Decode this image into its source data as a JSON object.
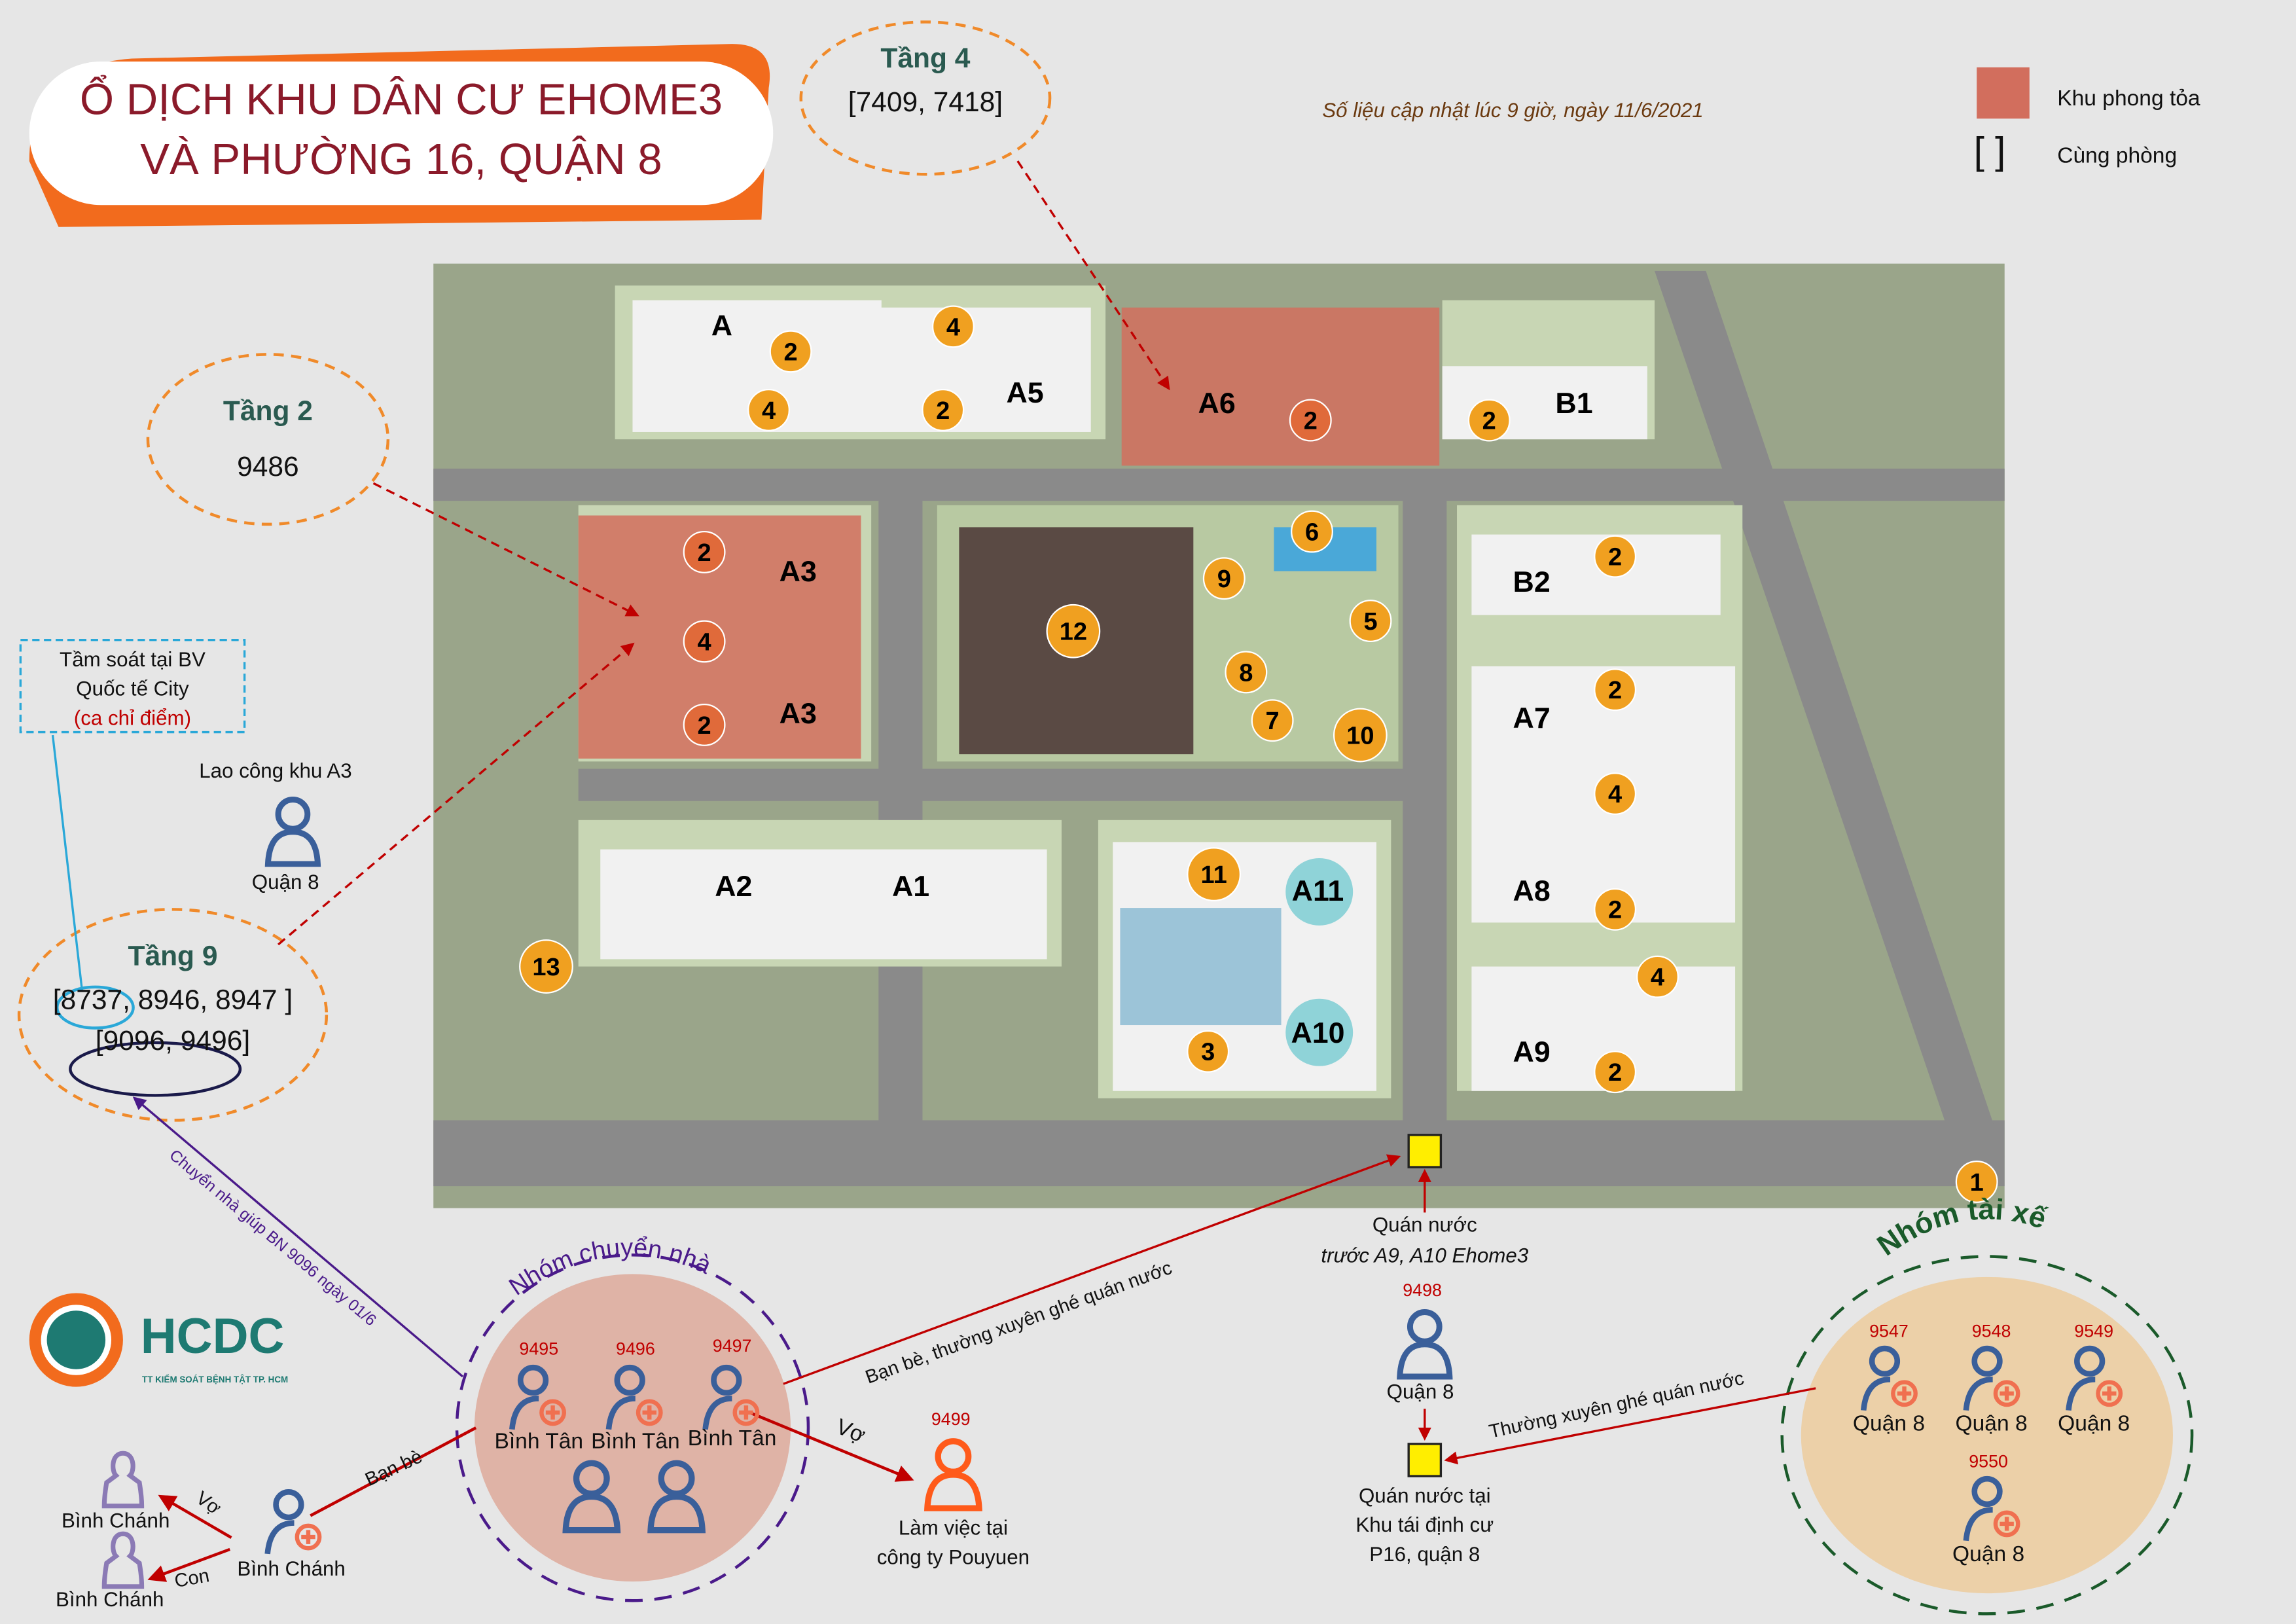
{
  "title": {
    "line1": "Ổ DỊCH KHU DÂN CƯ EHOME3",
    "line2": "VÀ PHƯỜNG 16, QUẬN 8"
  },
  "update_note": "Số liệu cập nhật lúc 9 giờ, ngày 11/6/2021",
  "legend": [
    {
      "label": "Khu phong tỏa",
      "color": "#d26e5d"
    },
    {
      "label": "Cùng phòng",
      "symbol": "[  ]"
    }
  ],
  "floor_bubbles": {
    "floor4": {
      "title": "Tầng 4",
      "cases": "[7409, 7418]"
    },
    "floor2": {
      "title": "Tầng 2",
      "cases": "9486"
    },
    "floor9": {
      "title": "Tầng 9",
      "cases_line1": "[8737, 8946, 8947 ]",
      "cases_line2": "[9096, 9496]"
    }
  },
  "screening_box": {
    "line1": "Tầm soát tại BV",
    "line2": "Quốc tế City",
    "line3": "(ca chỉ điểm)"
  },
  "a3_worker": {
    "label": "Lao công khu A3",
    "district": "Quận 8"
  },
  "map": {
    "buildings": [
      "A",
      "A5",
      "A6",
      "B1",
      "A3",
      "A3",
      "B2",
      "A7",
      "A8",
      "A9",
      "A2",
      "A1",
      "A11",
      "A10"
    ],
    "numbers": [
      "2",
      "4",
      "4",
      "2",
      "2",
      "2",
      "2",
      "4",
      "2",
      "6",
      "9",
      "12",
      "5",
      "8",
      "7",
      "10",
      "2",
      "2",
      "4",
      "2",
      "4",
      "2",
      "11",
      "3",
      "13",
      "1"
    ],
    "colors": {
      "lockdown": "#d26e5d",
      "marker": "#f0a020",
      "teal": "#8fd3d8",
      "grass": "#a9c08e",
      "road": "#8a8a8a"
    }
  },
  "water_shop_a9": {
    "line1": "Quán nước",
    "line2": "trước A9, A10 Ehome3"
  },
  "case_9498": {
    "id": "9498",
    "district": "Quận 8"
  },
  "water_shop_p16": {
    "line1": "Quán nước tại",
    "line2": "Khu tái định cư",
    "line3": "P16, quận 8"
  },
  "moving_group": {
    "title": "Nhóm chuyển nhà",
    "members": [
      {
        "id": "9495",
        "district": "Bình Tân"
      },
      {
        "id": "9496",
        "district": "Bình Tân"
      },
      {
        "id": "9497",
        "district": "Bình Tân"
      }
    ]
  },
  "case_9499": {
    "id": "9499",
    "line1": "Làm việc tại",
    "line2": "công ty Pouyuen"
  },
  "driver_group": {
    "title": "Nhóm tài xế",
    "members": [
      {
        "id": "9547",
        "district": "Quận 8"
      },
      {
        "id": "9548",
        "district": "Quận 8"
      },
      {
        "id": "9549",
        "district": "Quận 8"
      },
      {
        "id": "9550",
        "district": "Quận 8"
      }
    ]
  },
  "left_family": {
    "case_district": "Bình Chánh",
    "wife_district": "Bình Chánh",
    "child_district": "Bình Chánh"
  },
  "relations": {
    "moving_help": "Chuyển nhà giúp BN 9096 ngày 01/6",
    "friends_water": "Bạn bè, thường xuyên ghé quán nước",
    "wife": "Vợ",
    "wife2": "Vợ",
    "child": "Con",
    "friends": "Bạn bè",
    "frequent_water": "Thường xuyên ghé quán nước"
  },
  "logo": {
    "name": "HCDC",
    "subtitle": "TT KIỂM SOÁT BỆNH TẬT TP. HCM"
  }
}
